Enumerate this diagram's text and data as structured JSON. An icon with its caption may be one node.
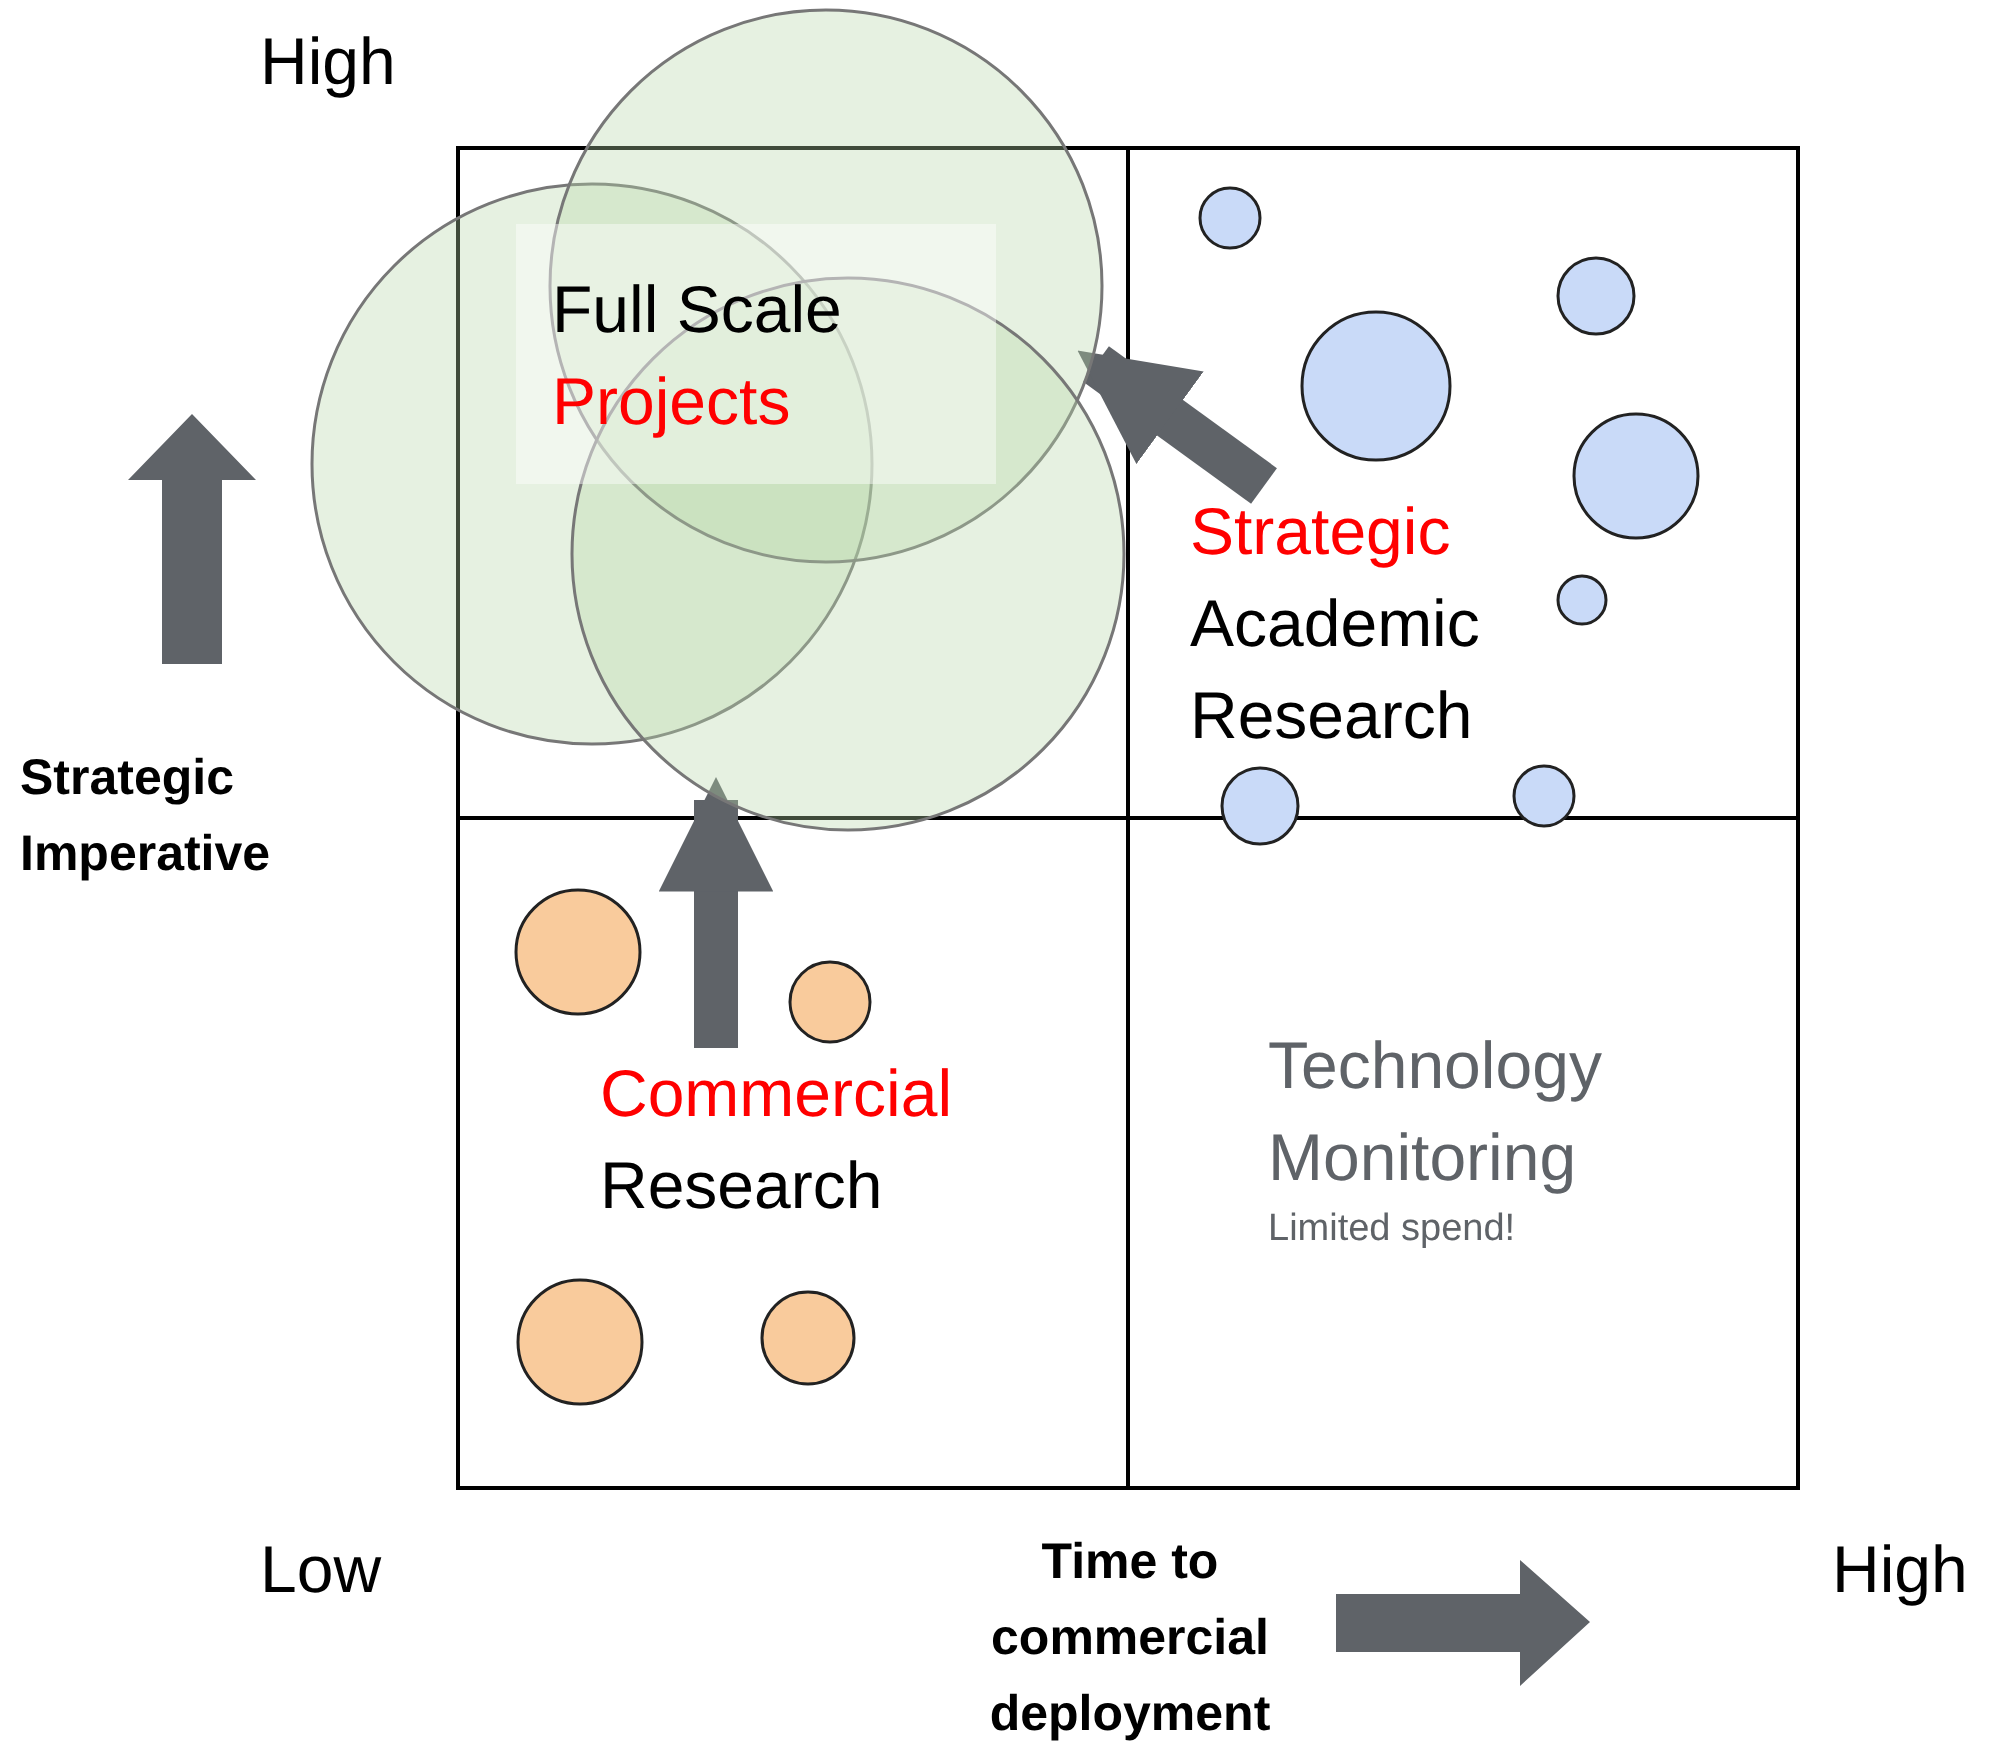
{
  "diagram": {
    "nodes": [
      {
        "text": [
          "Full Scale",
          "Projects"
        ]
      },
      {
        "text": [
          "Strategic",
          "Academic Research"
        ]
      },
      {
        "text": [
          "Commercial",
          "Research"
        ]
      },
      {
        "text": [
          "Technology Monitoring",
          "Limited spend!"
        ]
      }
    ],
    "edges": [
      {
        "from": 1,
        "to": 0,
        "arrow": "to"
      },
      {
        "from": 2,
        "to": 0,
        "arrow": "to"
      }
    ],
    "labels": [
      "High",
      "Strategic Imperative",
      "Low",
      "Time to commercial deployment",
      "High"
    ]
  }
}
